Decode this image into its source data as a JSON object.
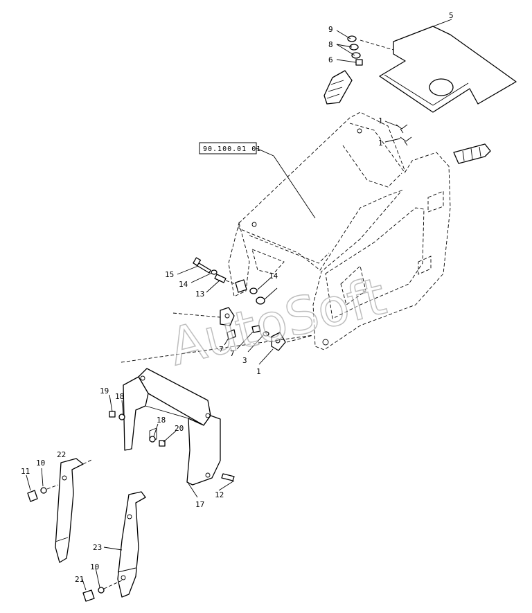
{
  "watermark": "AutoSoft",
  "reference": "90.100.01 01",
  "labels": {
    "l1a": "1",
    "l1b": "1",
    "l1c": "1",
    "l3": "3",
    "l5": "5",
    "l6": "6",
    "l7a": "7",
    "l7b": "7",
    "l8": "8",
    "l9": "9",
    "l10a": "10",
    "l10b": "10",
    "l11": "11",
    "l12": "12",
    "l13": "13",
    "l14a": "14",
    "l14b": "14",
    "l15": "15",
    "l17": "17",
    "l18a": "18",
    "l18b": "18",
    "l19": "19",
    "l20": "20",
    "l21": "21",
    "l22": "22",
    "l23": "23"
  },
  "colors": {
    "line": "#000000",
    "background": "#ffffff",
    "watermark": "#8a8a8a"
  }
}
